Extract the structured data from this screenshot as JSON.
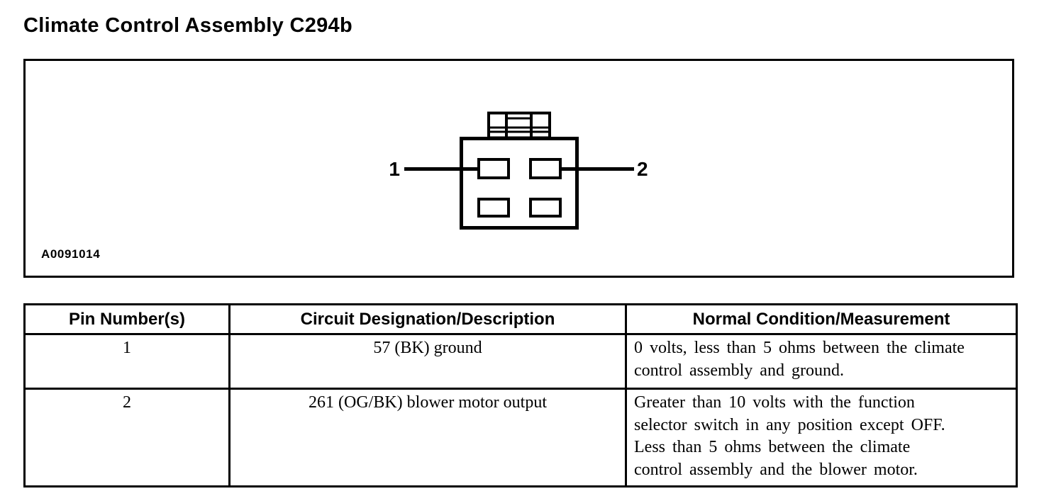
{
  "page": {
    "title": "Climate Control Assembly C294b",
    "background": "#ffffff",
    "ink": "#000000"
  },
  "figure": {
    "id_label": "A0091014",
    "left_pin_label": "1",
    "right_pin_label": "2"
  },
  "table": {
    "headers": [
      "Pin Number(s)",
      "Circuit Designation/Description",
      "Normal Condition/Measurement"
    ],
    "rows": [
      {
        "pin": "1",
        "circuit": "57 (BK) ground",
        "condition": "0 volts, less than 5 ohms between the climate\ncontrol assembly and ground."
      },
      {
        "pin": "2",
        "circuit": "261 (OG/BK) blower motor output",
        "condition": "Greater than 10 volts with the function\nselector switch in any position except OFF.\nLess than 5 ohms between the climate\ncontrol assembly and the blower motor."
      }
    ]
  }
}
